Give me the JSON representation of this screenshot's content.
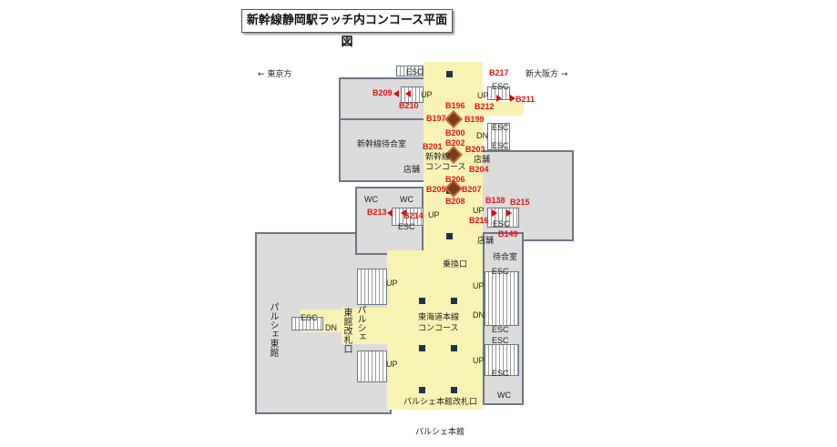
{
  "title": "新幹線静岡駅ラッチ内コンコース平面図",
  "directions": {
    "west": "← 東京方",
    "east": "新大阪方 →"
  },
  "areas": {
    "shinkansen_waiting": "新幹線待合室",
    "shinkansen_concourse_1": "新幹線",
    "shinkansen_concourse_2": "コンコース",
    "shop_1": "店舗",
    "shop_2": "店舗",
    "shop_3": "店舗",
    "wc_1": "WC",
    "wc_2": "WC",
    "wc_3": "WC",
    "transfer": "乗換口",
    "waiting": "待合室",
    "tokaido_1": "東海道本線",
    "tokaido_2": "コンコース",
    "parche_main_gate": "パルシェ本館改札口",
    "parche_main": "パルシェ本館",
    "parche_east": "パルシェ東館",
    "parche_east_gate_1": "パルシェ",
    "parche_east_gate_2": "東館改札口"
  },
  "signs": {
    "esc": "ESC",
    "up": "UP",
    "dn": "DN"
  },
  "markers": [
    "B217",
    "B209",
    "B210",
    "B211",
    "B212",
    "B196",
    "B197",
    "B199",
    "B200",
    "B202",
    "B201",
    "B203",
    "B204",
    "B206",
    "B205",
    "B207",
    "B208",
    "B138",
    "B215",
    "B213",
    "B214",
    "B216",
    "B149"
  ],
  "colors": {
    "concourse": "#f8f3b4",
    "room": "#dcdcdc",
    "wall": "#6b7785",
    "marker": "#ee1111",
    "elevator": "#7a3b1e"
  }
}
